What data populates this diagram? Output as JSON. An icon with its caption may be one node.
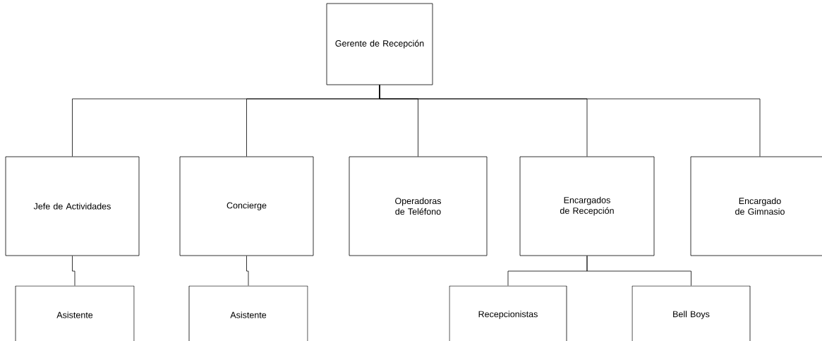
{
  "diagram": {
    "nodes": [
      {
        "text": [
          "Gerente de Recepción"
        ]
      },
      {
        "text": [
          "Jefe de Actividades"
        ]
      },
      {
        "text": [
          "Concierge"
        ]
      },
      {
        "text": [
          "Operadoras de Teléfono"
        ]
      },
      {
        "text": [
          "Encargados de Recepción"
        ]
      },
      {
        "text": [
          "Encargado de Gimnasio"
        ]
      },
      {
        "text": [
          "Asistente"
        ]
      },
      {
        "text": [
          "Asistente"
        ]
      },
      {
        "text": [
          "Recepcionistas"
        ]
      },
      {
        "text": [
          "Bell Boys"
        ]
      }
    ],
    "edges": [
      {
        "from": 0,
        "to": 1,
        "arrow": "none"
      },
      {
        "from": 0,
        "to": 2,
        "arrow": "none"
      },
      {
        "from": 0,
        "to": 3,
        "arrow": "none"
      },
      {
        "from": 0,
        "to": 4,
        "arrow": "none"
      },
      {
        "from": 0,
        "to": 5,
        "arrow": "none"
      },
      {
        "from": 1,
        "to": 6,
        "arrow": "none"
      },
      {
        "from": 2,
        "to": 7,
        "arrow": "none"
      },
      {
        "from": 4,
        "to": 8,
        "arrow": "none"
      },
      {
        "from": 4,
        "to": 9,
        "arrow": "none"
      }
    ]
  }
}
